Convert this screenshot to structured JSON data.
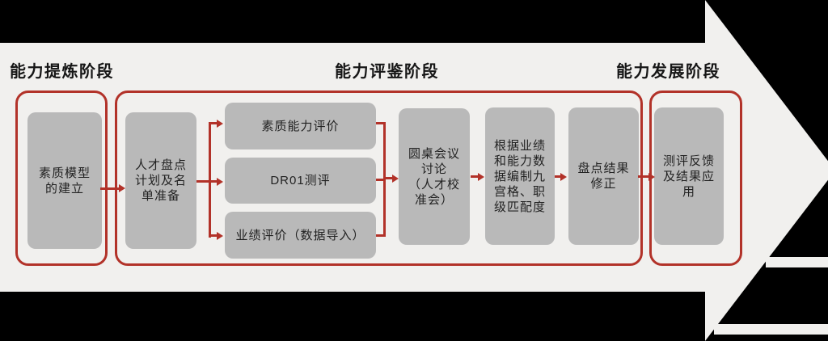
{
  "phase_labels": [
    "能力提炼阶段",
    "能力评鉴阶段",
    "能力发展阶段"
  ],
  "boxes": {
    "suzhi_model": {
      "display": "素质模型\n的建立",
      "full": "素质模型的建立"
    },
    "pandian_plan": {
      "display": "人才盘点\n计划及名\n单准备",
      "full": "人才盘点计划及名单准备"
    },
    "suzhi_eval": {
      "display": "素质能力评价",
      "full": "素质能力评价"
    },
    "dr01": {
      "display": "DR01测评",
      "full": "DR01测评"
    },
    "yeji_eval": {
      "display": "业绩评价（数据导入）",
      "full": "业绩评价（数据导入）"
    },
    "roundtable": {
      "display": "圆桌会议\n讨论\n（人才校\n准会）",
      "full": "圆桌会议讨论（人才校准会）"
    },
    "nine_grid": {
      "display": "根据业绩\n和能力数\n据编制九\n宫格、职\n级匹配度",
      "full": "根据业绩和能力数据编制九宫格、职级匹配度"
    },
    "revision": {
      "display": "盘点结果\n修正",
      "full": "盘点结果修正"
    },
    "feedback": {
      "display": "测评反馈\n及结果应\n用",
      "full": "测评反馈及结果应用"
    }
  },
  "phases": [
    {
      "label": "能力提炼阶段",
      "boxes": [
        "素质模型的建立"
      ]
    },
    {
      "label": "能力评鉴阶段",
      "boxes": [
        "人才盘点计划及名单准备",
        "素质能力评价",
        "DR01测评",
        "业绩评价（数据导入）",
        "圆桌会议讨论（人才校准会）",
        "根据业绩和能力数据编制九宫格、职级匹配度",
        "盘点结果修正"
      ]
    },
    {
      "label": "能力发展阶段",
      "boxes": [
        "测评反馈及结果应用"
      ]
    }
  ],
  "connections": [
    {
      "from": "素质模型的建立",
      "to": "人才盘点计划及名单准备"
    },
    {
      "from": "人才盘点计划及名单准备",
      "to": "素质能力评价"
    },
    {
      "from": "人才盘点计划及名单准备",
      "to": "DR01测评"
    },
    {
      "from": "人才盘点计划及名单准备",
      "to": "业绩评价（数据导入）"
    },
    {
      "from": "素质能力评价",
      "to": "圆桌会议讨论（人才校准会）"
    },
    {
      "from": "DR01测评",
      "to": "圆桌会议讨论（人才校准会）"
    },
    {
      "from": "业绩评价（数据导入）",
      "to": "圆桌会议讨论（人才校准会）"
    },
    {
      "from": "圆桌会议讨论（人才校准会）",
      "to": "根据业绩和能力数据编制九宫格、职级匹配度"
    },
    {
      "from": "根据业绩和能力数据编制九宫格、职级匹配度",
      "to": "盘点结果修正"
    },
    {
      "from": "盘点结果修正",
      "to": "测评反馈及结果应用"
    }
  ],
  "colors": {
    "outside_background": "#000000",
    "arrow_fill": "#f1f0ee",
    "group_border_red": "#b23229",
    "connector_red": "#b23229",
    "box_fill": "#b9b9b9",
    "text": "#222222",
    "title_text": "#161616"
  }
}
